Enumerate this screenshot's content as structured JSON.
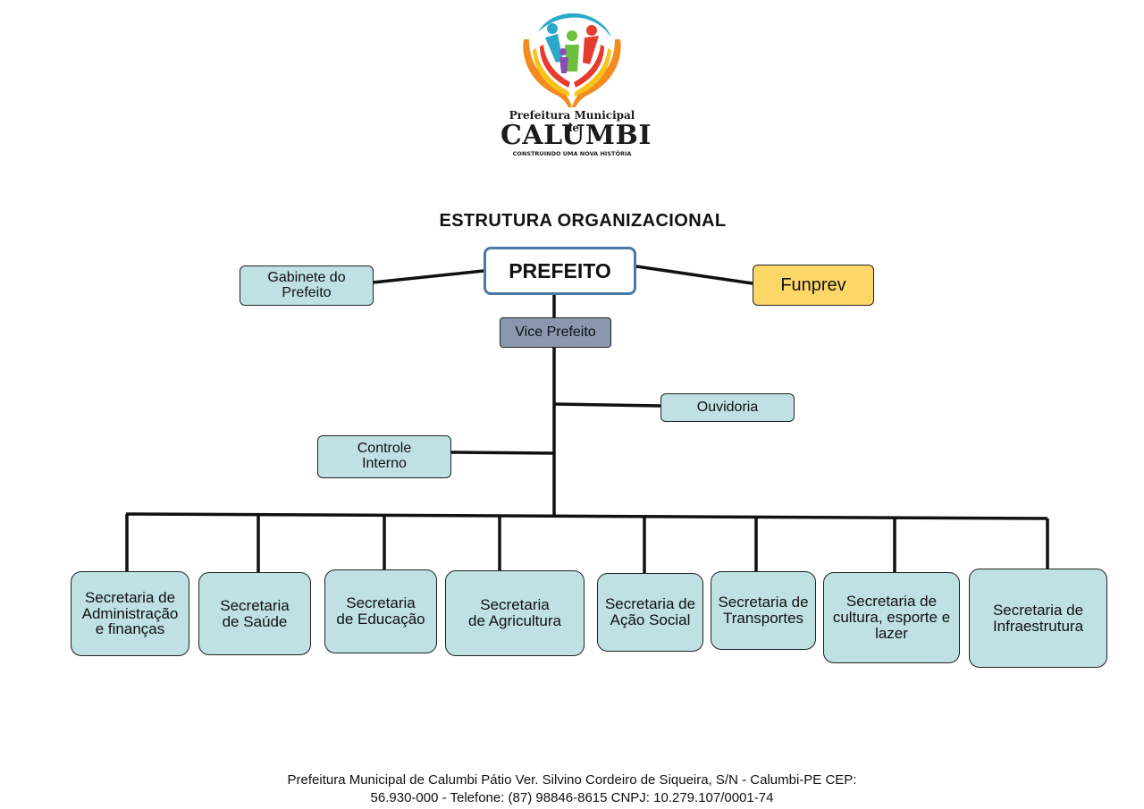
{
  "logo": {
    "line1": "Prefeitura Municipal de",
    "line2": "CALUMBI",
    "tagline": "CONSTRUINDO UMA NOVA HISTÓRIA",
    "colors": [
      "#e63b2e",
      "#f28c1e",
      "#f7c31b",
      "#6cbf3f",
      "#2aa9c8",
      "#8a4bb4"
    ]
  },
  "title": "ESTRUTURA ORGANIZACIONAL",
  "top": {
    "prefeito": "PREFEITO",
    "gabinete": "Gabinete do\nPrefeito",
    "funprev": "Funprev",
    "vice": "Vice Prefeito",
    "ouvidoria": "Ouvidoria",
    "controle": "Controle\nInterno"
  },
  "secretarias": [
    "Secretaria  de\nAdministração\ne finanças",
    "Secretaria\nde Saúde",
    "Secretaria\nde Educação",
    "Secretaria\nde Agricultura",
    "Secretaria de\nAção Social",
    "Secretaria de\nTransportes",
    "Secretaria de\ncultura, esporte e\nlazer",
    "Secretaria de\nInfraestrutura"
  ],
  "footer": {
    "line1": "Prefeitura Municipal de Calumbi Pátio Ver. Silvino Cordeiro de Siqueira, S/N - Calumbi-PE CEP:",
    "line2": "56.930-000 - Telefone: (87) 98846-8615 CNPJ: 10.279.107/0001-74"
  },
  "colors": {
    "box_fill": "#bfe1e3",
    "prefeito_border": "#4a79a8",
    "funprev_fill": "#fcd768",
    "vice_fill": "#8a97ae",
    "line": "#111111"
  }
}
